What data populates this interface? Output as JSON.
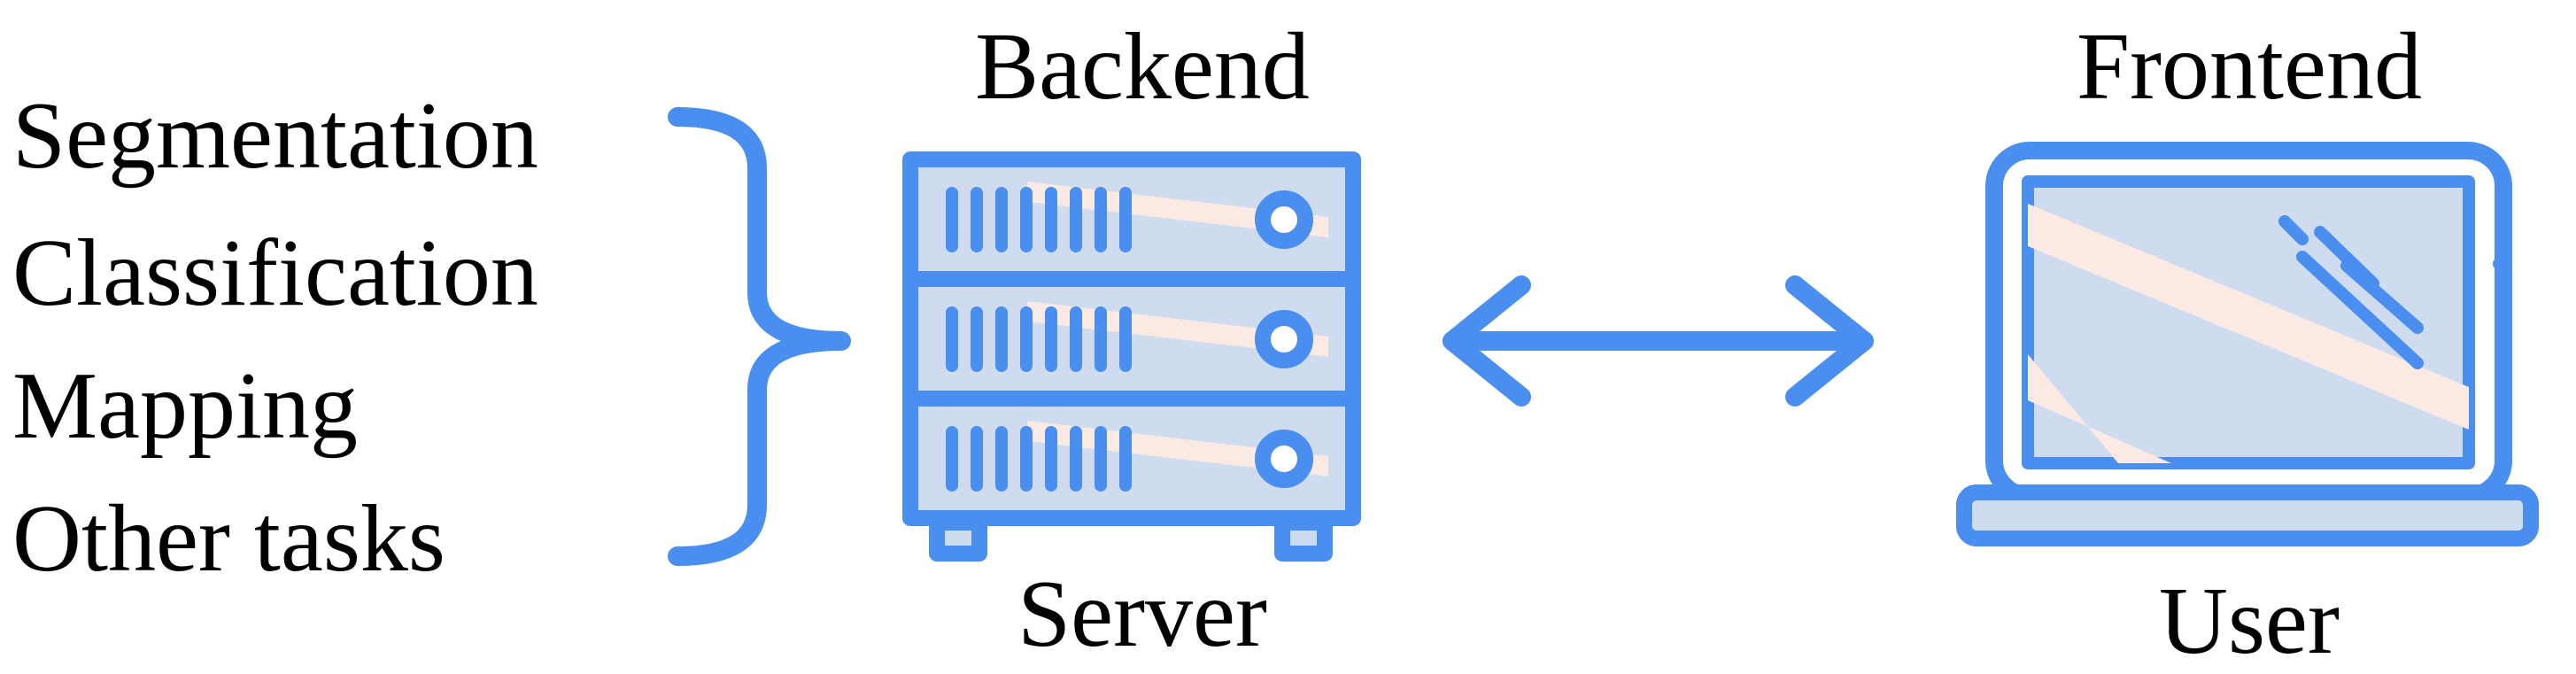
{
  "tasks": [
    "Segmentation",
    "Classification",
    "Mapping",
    "Other tasks"
  ],
  "backend": {
    "heading": "Backend",
    "caption": "Server",
    "icon": "server-rack-icon"
  },
  "frontend": {
    "heading": "Frontend",
    "caption": "User",
    "icon": "laptop-icon"
  },
  "connector": {
    "icon": "bidirectional-arrow-icon"
  },
  "colors": {
    "stroke": "#4a8ef0",
    "fill": "#cfdcf0",
    "highlight": "#fbe9e4",
    "text": "#000000"
  }
}
